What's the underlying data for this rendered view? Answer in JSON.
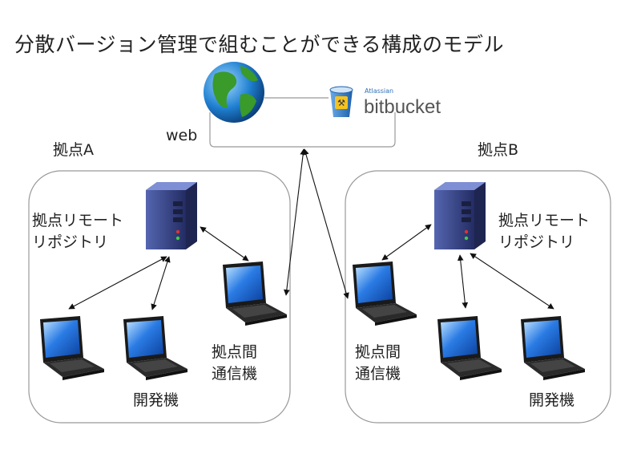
{
  "title": "分散バージョン管理で組むことができる構成のモデル",
  "cloud": {
    "web_label": "web",
    "bitbucket_small": "Atlassian",
    "bitbucket_name": "bitbucket"
  },
  "site_a": {
    "label": "拠点A",
    "server_line1": "拠点リモート",
    "server_line2": "リポジトリ",
    "relay_line1": "拠点間",
    "relay_line2": "通信機",
    "dev_label": "開発機"
  },
  "site_b": {
    "label": "拠点B",
    "server_line1": "拠点リモート",
    "server_line2": "リポジトリ",
    "relay_line1": "拠点間",
    "relay_line2": "通信機",
    "dev_label": "開発機"
  },
  "colors": {
    "screen": "#1f6fd6",
    "laptop_body": "#1a1a1a",
    "server": "#3a4a8a",
    "frame": "#999999"
  }
}
